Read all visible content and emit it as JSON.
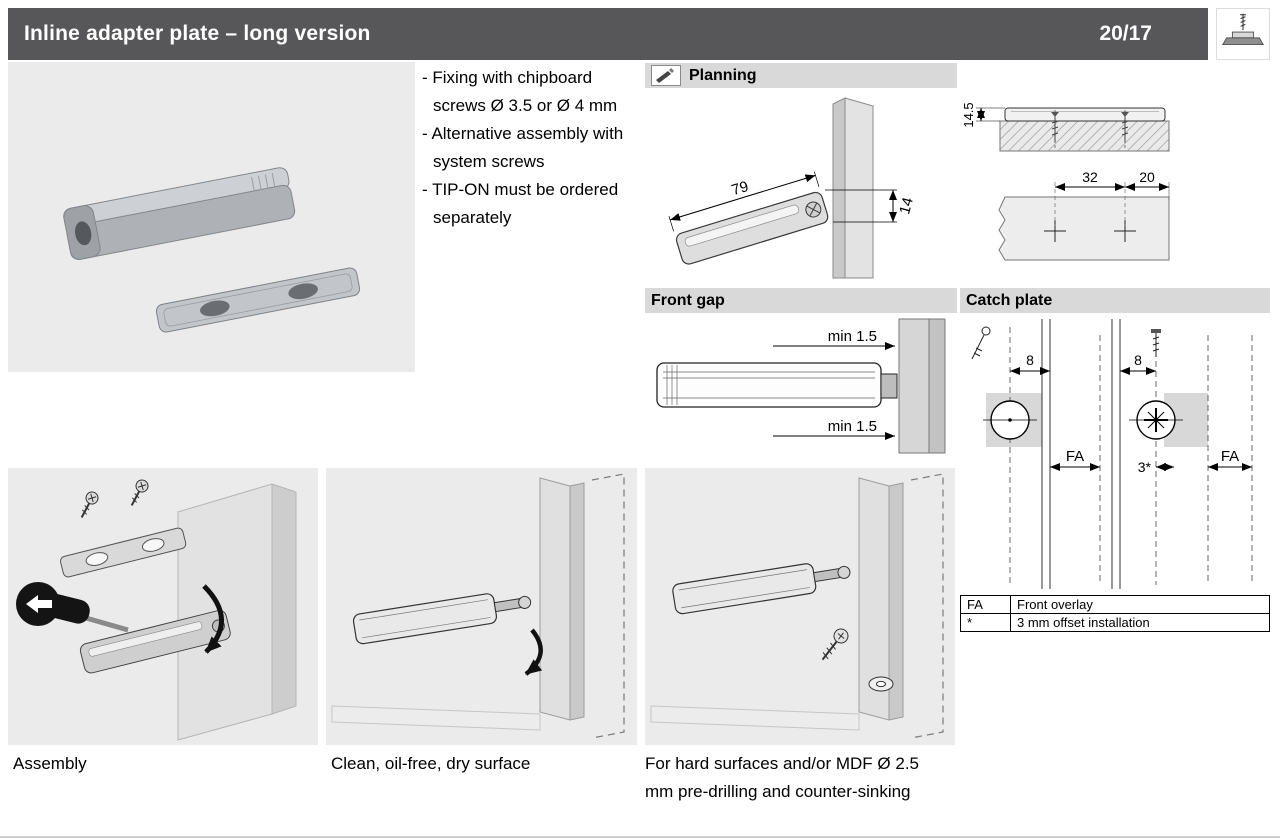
{
  "header": {
    "title": "Inline adapter plate – long version",
    "page_number": "20/17"
  },
  "intro": {
    "bullets": [
      "- Fixing with chipboard screws Ø 3.5 or Ø 4 mm",
      "- Alternative assembly with system screws",
      "- TIP-ON must be ordered separately"
    ]
  },
  "planning": {
    "label": "Planning",
    "dim_length": "79",
    "dim_height": "14",
    "dim_plate_height": "14.5",
    "dim_hole_spacing": "32",
    "dim_hole_edge": "20"
  },
  "front_gap": {
    "label": "Front gap",
    "dim_top": "min 1.5",
    "dim_bottom": "min 1.5"
  },
  "catch_plate": {
    "label": "Catch plate",
    "dim_left_offset": "8",
    "dim_right_offset": "8",
    "dim_offset_install": "3*",
    "fa_left": "FA",
    "fa_right": "FA",
    "legend": {
      "rows": [
        {
          "key": "FA",
          "value": "Front overlay"
        },
        {
          "key": "*",
          "value": "3 mm offset installation"
        }
      ]
    }
  },
  "steps": [
    {
      "caption": "Assembly"
    },
    {
      "caption": "Clean, oil-free, dry surface"
    },
    {
      "caption": "For hard surfaces and/or MDF Ø 2.5 mm pre-drilling and counter-sinking"
    }
  ]
}
